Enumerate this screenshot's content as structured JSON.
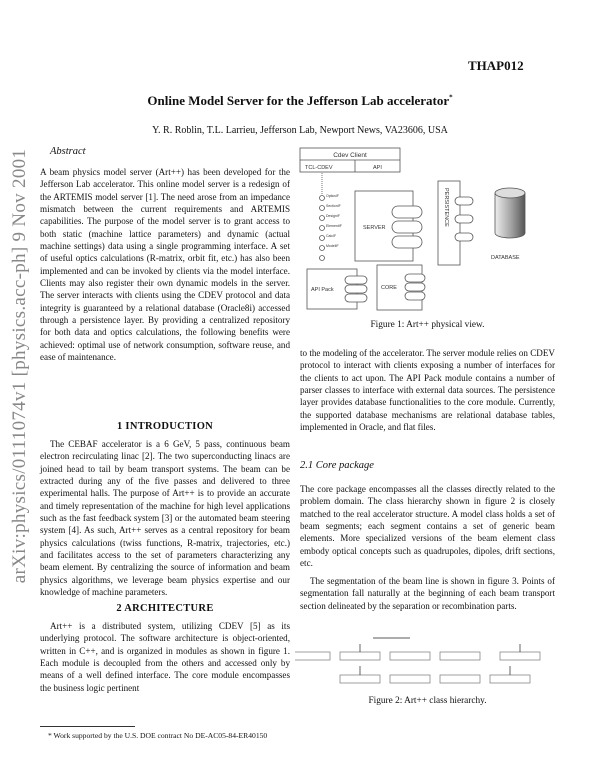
{
  "header": {
    "code": "THAP012",
    "title": "Online Model Server for the Jefferson Lab accelerator",
    "title_mark": "*",
    "authors": "Y. R. Roblin, T.L. Larrieu, Jefferson Lab, Newport News, VA23606, USA"
  },
  "watermark": "arXiv:physics/0111074v1  [physics.acc-ph]  9 Nov 2001",
  "abstract": {
    "heading": "Abstract",
    "text": "A beam physics model server (Art++) has been developed for the Jefferson Lab accelerator. This online model server is a redesign of the ARTEMIS model server [1]. The need arose from an impedance mismatch between the current requirements and ARTEMIS capabilities. The purpose of the model server is to grant access to both static (machine lattice parameters) and dynamic (actual machine settings) data using a single programming interface. A set of useful optics calculations (R-matrix, orbit fit, etc.) has also been implemented and can be invoked by clients via the model interface. Clients may also register their own dynamic models in the server. The server interacts with clients using the CDEV protocol and data integrity is guaranteed by a relational database (Oracle8i) accessed through a persistence layer. By providing a centralized repository for both data and optics calculations, the following benefits were achieved: optimal use of network consumption, software reuse, and ease of maintenance."
  },
  "intro": {
    "heading": "1   INTRODUCTION",
    "text": "The CEBAF accelerator is a 6 GeV, 5 pass, continuous beam electron recirculating linac [2]. The two superconducting linacs are joined head to tail by beam transport systems. The beam can be extracted during any of the five passes and delivered to three experimental halls. The purpose of Art++ is to provide an accurate and timely representation of the machine for high level applications such as the fast feedback system [3] or the automated beam steering system [4]. As such, Art++ serves as a central repository for beam physics calculations (twiss functions, R-matrix, trajectories, etc.) and facilitates access to the set of parameters characterizing any beam element. By centralizing the source of information and beam physics algorithms, we leverage beam physics expertise and our knowledge of machine parameters."
  },
  "arch": {
    "heading": "2   ARCHITECTURE",
    "text": "Art++ is a distributed system, utilizing CDEV [5] as its underlying protocol. The software architecture is object-oriented, written in C++, and is organized in modules as shown in figure 1. Each module is decoupled from the others and accessed only by means of a well defined interface. The core module encompasses the business logic pertinent",
    "continued": "to the modeling of the accelerator. The server module relies on CDEV protocol to interact with clients exposing a number of interfaces for the clients to act upon. The API Pack module contains a number of parser classes to interface with external data sources. The persistence layer provides database functionalities to the core module. Currently, the supported database mechanisms are relational database tables, implemented in Oracle, and flat files."
  },
  "footnote": "* Work supported by the U.S. DOE contract No DE-AC05-84-ER40150",
  "core": {
    "heading": "2.1   Core package",
    "p1": "The core package encompasses all the classes directly related to the problem domain. The class hierarchy shown in figure 2 is closely matched to the real accelerator structure. A model class holds a set of beam segments; each segment contains a set of generic beam elements. More specialized versions of the beam element class embody optical concepts such as quadrupoles, dipoles, drift sections, etc.",
    "p2": "The segmentation of the beam line is shown in figure 3. Points of segmentation fall naturally at the beginning of each beam transport section delineated by the separation or recombination parts."
  },
  "figure1": {
    "caption": "Figure 1: Art++ physical view.",
    "client": "Cdev Client",
    "tcl": "TCL-CDEV",
    "api": "API",
    "interfaces": [
      "OpticsIF",
      "SectionIF",
      "DesignIF",
      "ElementIF",
      "CalcIF",
      "ModelIF"
    ],
    "server": "SERVER",
    "persistence": "PERSISTENCE",
    "database": "DATABASE",
    "apipack": "API  Pack",
    "core": "CORE"
  },
  "figure2": {
    "caption": "Figure 2: Art++ class hierarchy."
  }
}
